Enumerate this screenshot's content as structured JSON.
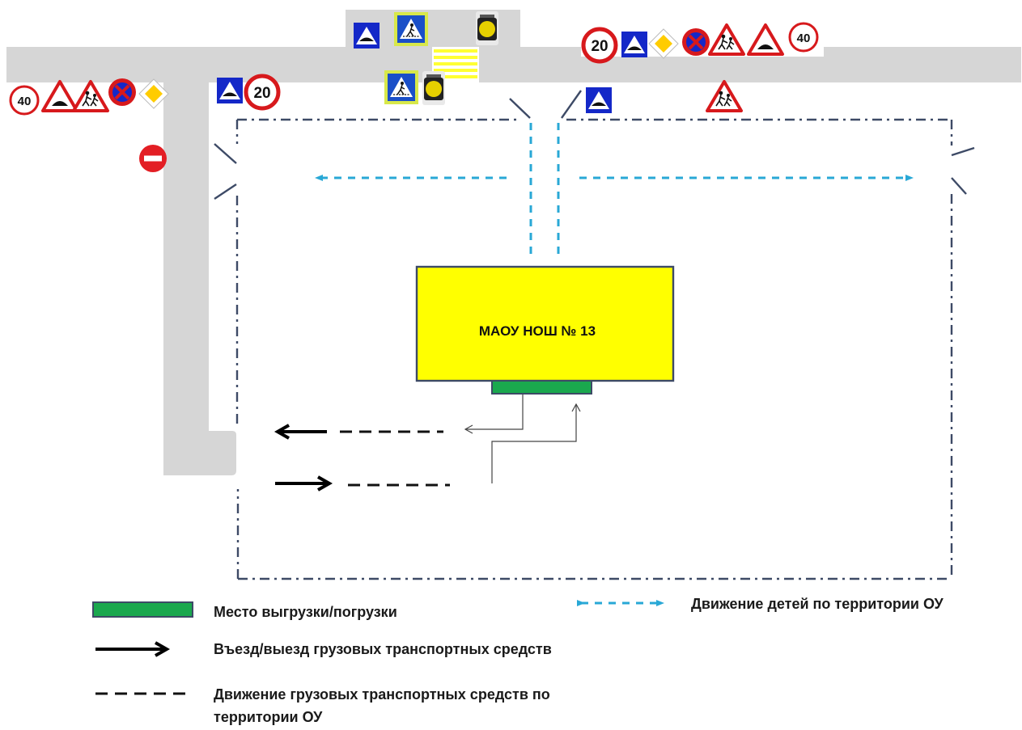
{
  "building": {
    "label": "МАОУ НОШ № 13"
  },
  "signs": {
    "speed_20": "20",
    "speed_40": "40"
  },
  "legend": {
    "loading_zone": "Место выгрузки/погрузки",
    "truck_entry_exit": "Въезд/выезд грузовых транспортных средств",
    "truck_movement_line1": "Движение грузовых транспортных средств по",
    "truck_movement_line2": "территории ОУ",
    "children_movement": "Движение детей по территории ОУ"
  },
  "colors": {
    "road": "#d6d6d6",
    "building_fill": "#ffff00",
    "loading_zone": "#1aa84e",
    "fence": "#3d4a66",
    "children_path": "#29a8d6",
    "sign_red": "#d7191c",
    "sign_blue": "#1428c8",
    "crosswalk_yellow": "#ffff33"
  }
}
